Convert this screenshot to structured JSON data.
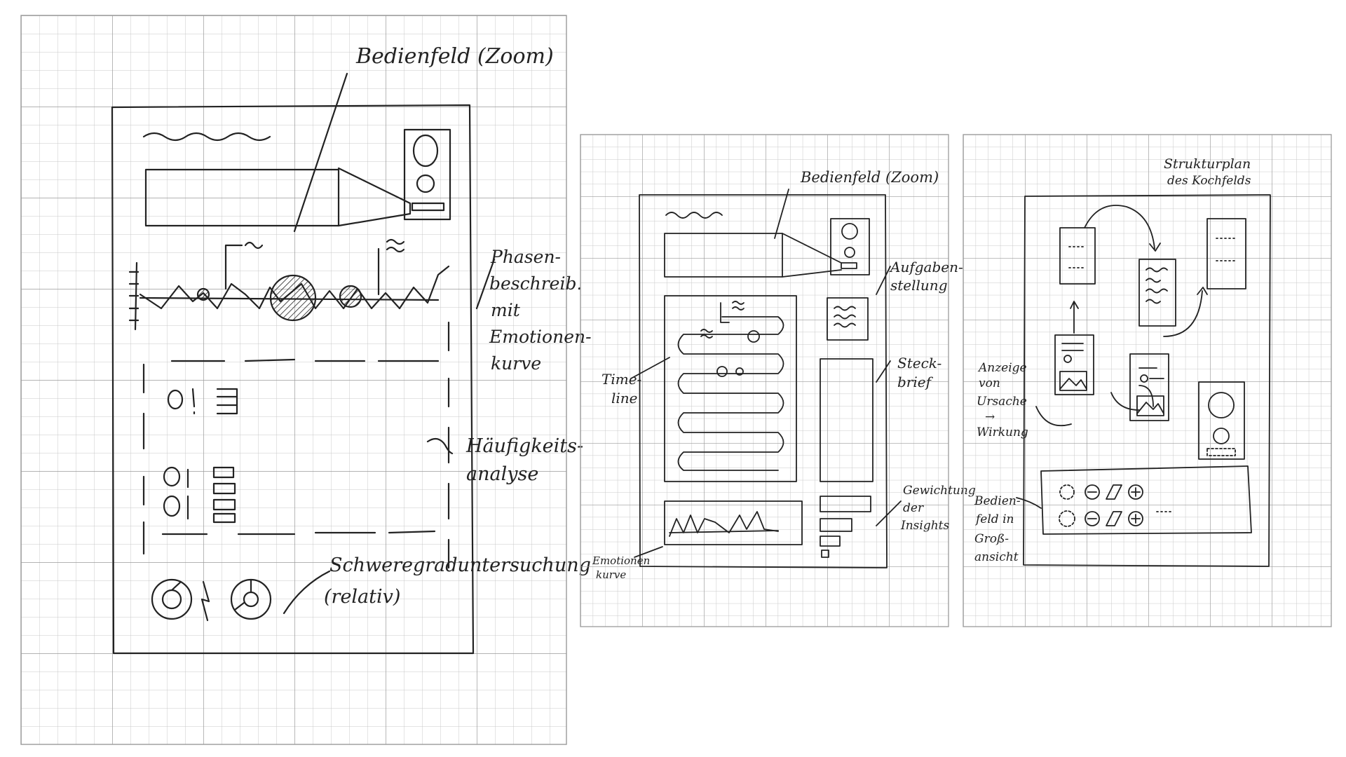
{
  "sheets": {
    "left": {
      "labels": {
        "zoom_panel": "Bedienfeld (Zoom)",
        "phase_line1": "Phasen-",
        "phase_line2": "beschreib.",
        "phase_line3": "mit",
        "phase_line4": "Emotionen-",
        "phase_line5": "kurve",
        "freq_line1": "Häufigkeits-",
        "freq_line2": "analyse",
        "severity_line1": "Schweregraduntersuchung",
        "severity_line2": "(relativ)"
      }
    },
    "middle": {
      "labels": {
        "zoom_panel": "Bedienfeld (Zoom)",
        "task_line1": "Aufgaben-",
        "task_line2": "stellung",
        "profile_line1": "Steck-",
        "profile_line2": "brief",
        "timeline_line1": "Time-",
        "timeline_line2": "line",
        "weight_line1": "Gewichtung",
        "weight_line2": "der",
        "weight_line3": "Insights",
        "emotion_line1": "Emotionen",
        "emotion_line2": "kurve"
      }
    },
    "right": {
      "labels": {
        "plan_line1": "Strukturplan",
        "plan_line2": "des Kochfelds",
        "cause_line1": "Anzeige",
        "cause_line2": "von",
        "cause_line3": "Ursache",
        "cause_line4": "→",
        "cause_line5": "Wirkung",
        "panel_line1": "Bedien-",
        "panel_line2": "feld in",
        "panel_line3": "Groß-",
        "panel_line4": "ansicht"
      }
    }
  },
  "colors": {
    "grid_minor": "#c9c9c9",
    "grid_major": "#9a9a9a",
    "ink": "#222222"
  }
}
